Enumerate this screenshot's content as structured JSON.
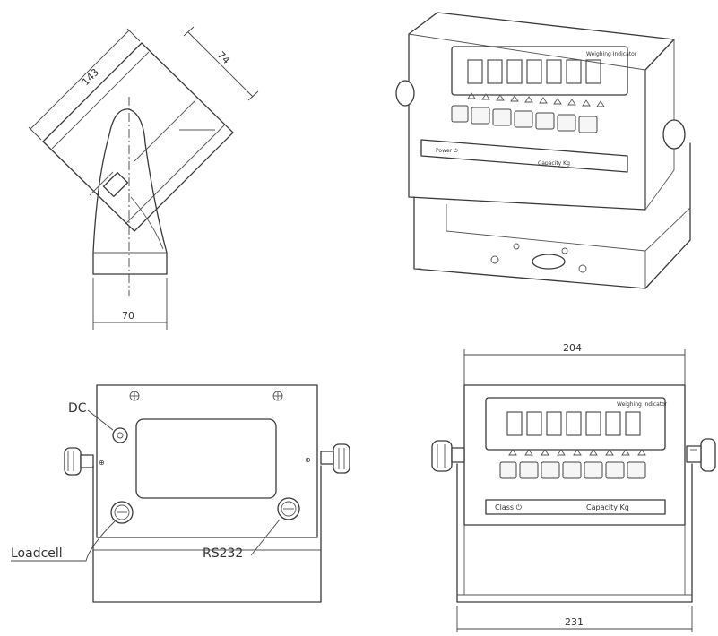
{
  "side_view": {
    "dim_w": "70",
    "dim_h": "143",
    "dim_d": "74"
  },
  "perspective_view": {
    "brand": "Weighing Indicator",
    "keys": [
      "",
      "",
      "",
      "",
      "",
      "",
      ""
    ],
    "plate_left": "Power ⏻",
    "plate_right": "Capacity  Kg"
  },
  "back_view": {
    "label_dc": "DC",
    "label_loadcell": "Loadcell",
    "label_rs232": "RS232"
  },
  "front_view": {
    "dim_top": "204",
    "dim_bottom": "231",
    "brand": "Weighing Indicator",
    "plate_left": "Class ⏻",
    "plate_right": "Capacity  Kg"
  }
}
